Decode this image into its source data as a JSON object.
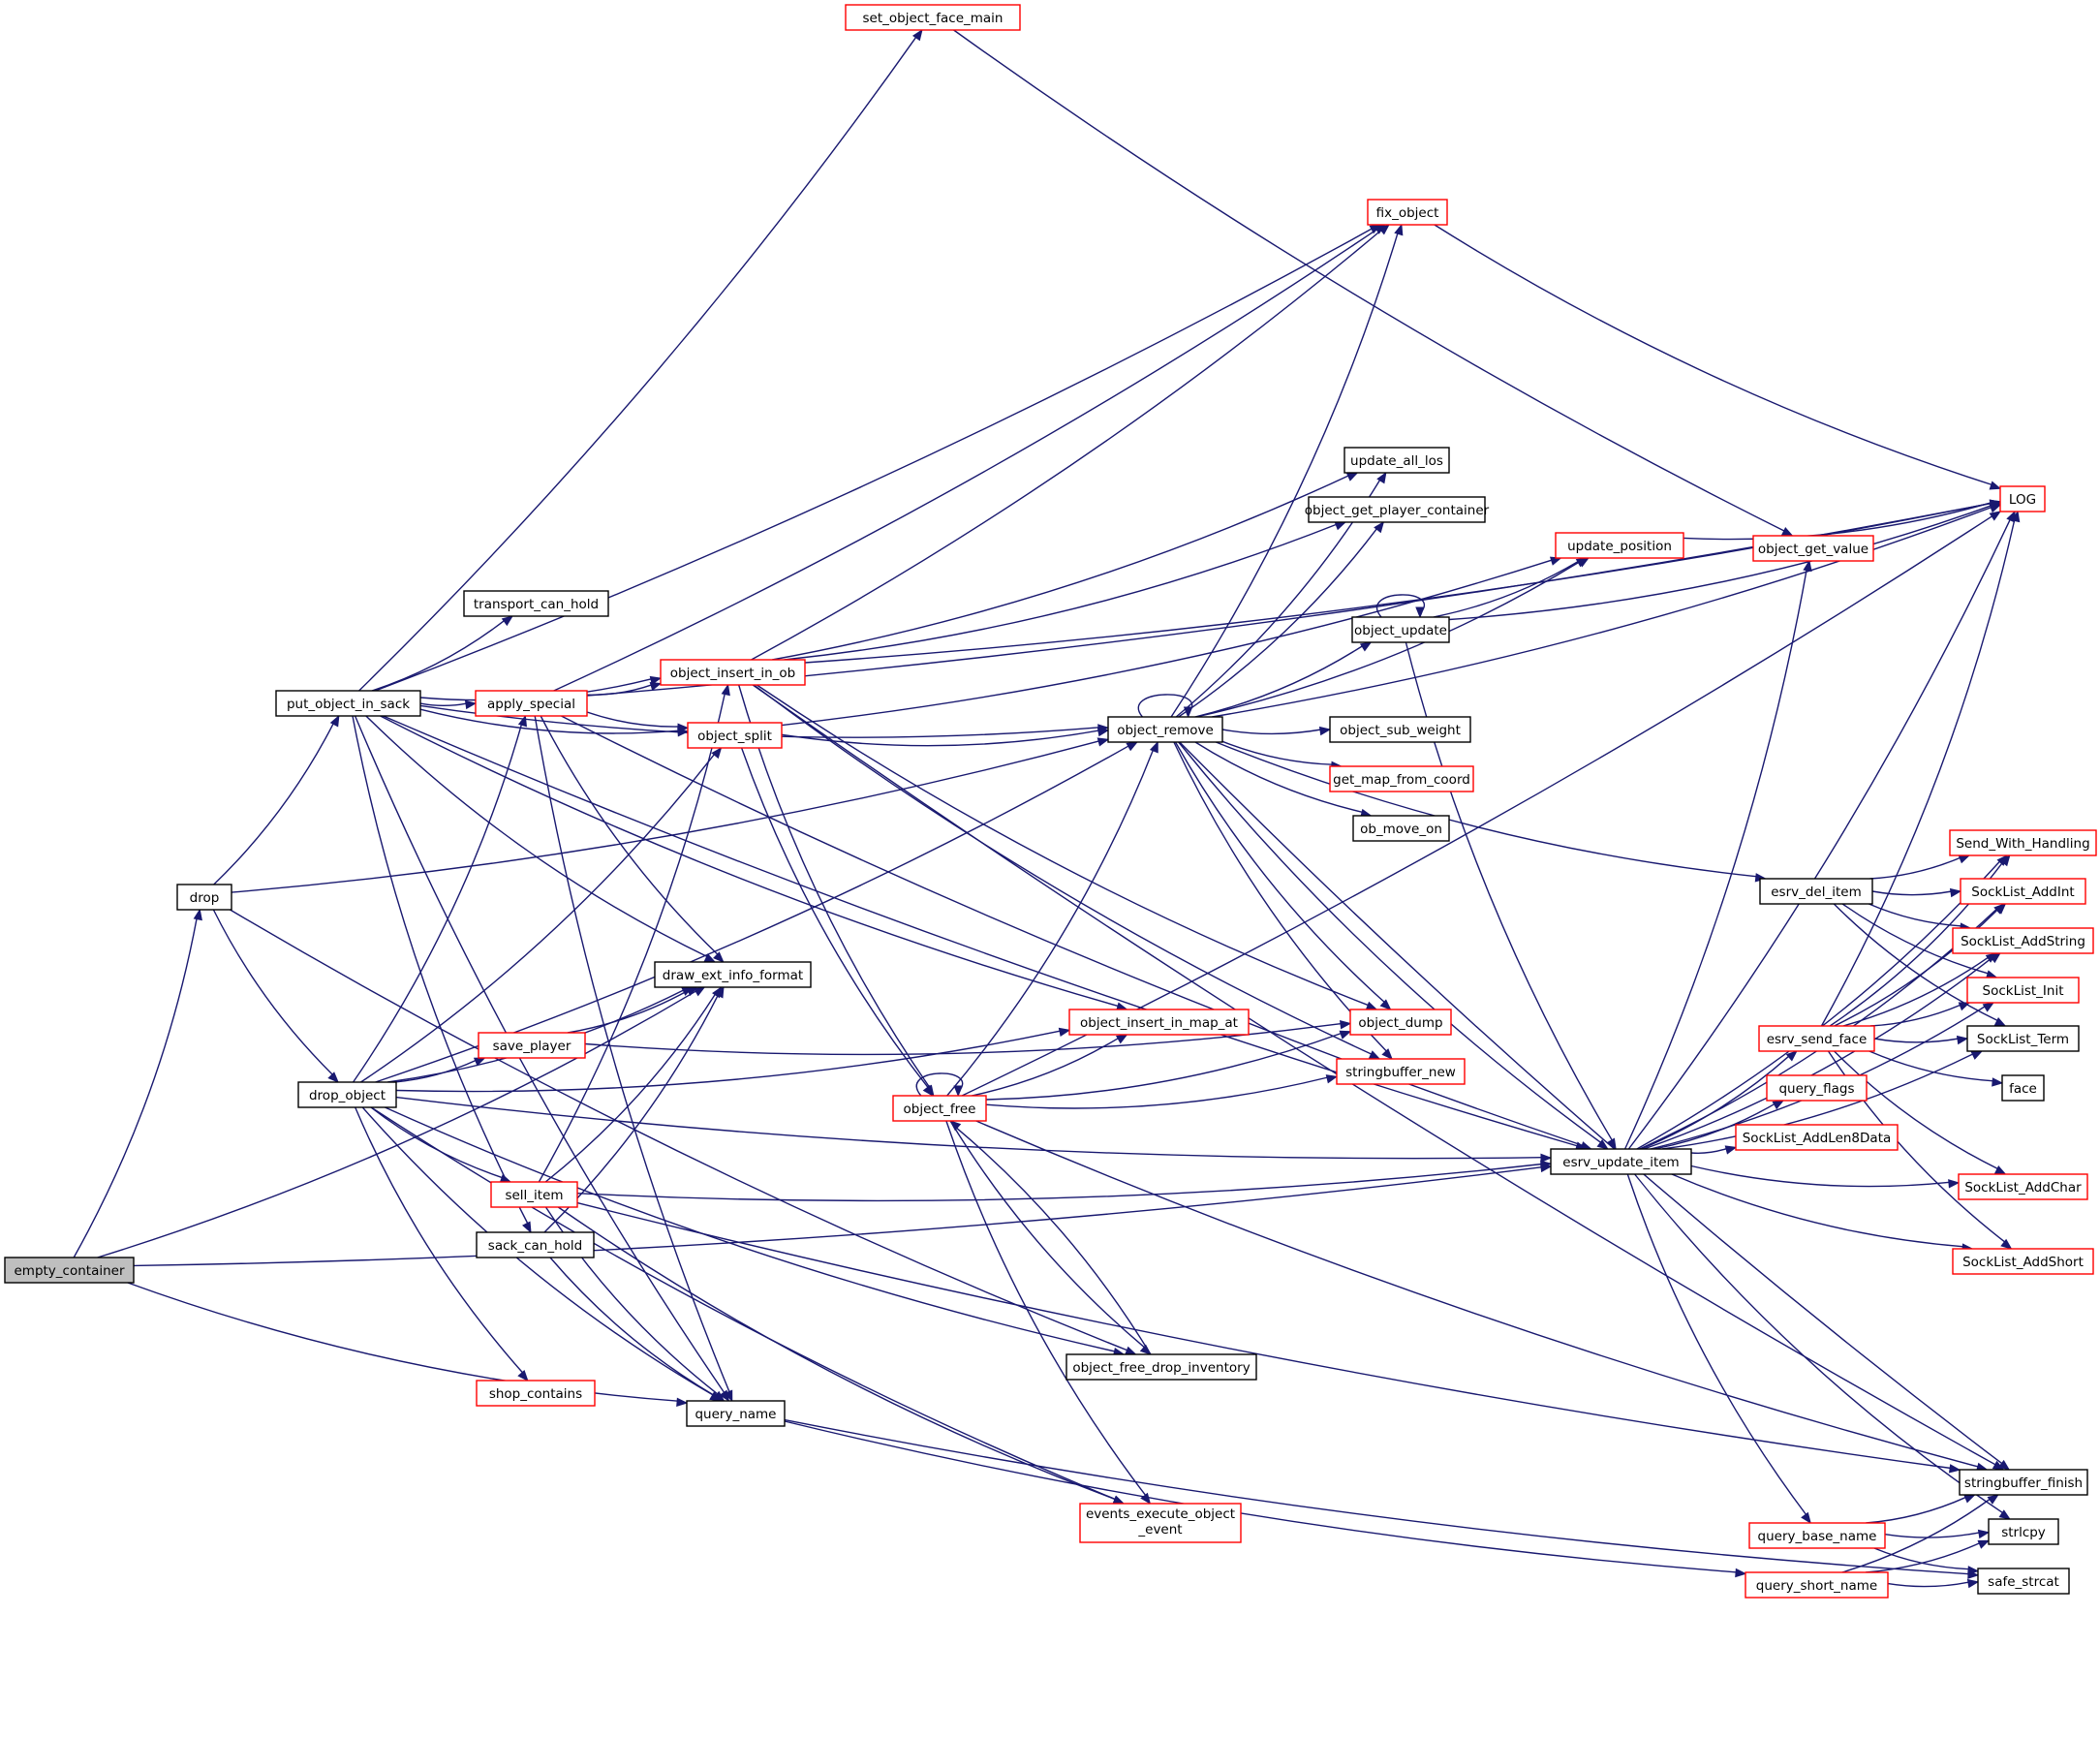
{
  "colors": {
    "edge": "#191970",
    "root_fill": "#bfbfbf",
    "node_fill": "#ffffff",
    "documented_border": "#000000",
    "undocumented_border": "#ff0000"
  },
  "nodes": [
    {
      "id": "empty_container",
      "label": "empty_container",
      "style": "root"
    },
    {
      "id": "drop",
      "label": "drop",
      "style": "black"
    },
    {
      "id": "put_object_in_sack",
      "label": "put_object_in_sack",
      "style": "black"
    },
    {
      "id": "drop_object",
      "label": "drop_object",
      "style": "black"
    },
    {
      "id": "set_object_face_main",
      "label": "set_object_face_main",
      "style": "red"
    },
    {
      "id": "transport_can_hold",
      "label": "transport_can_hold",
      "style": "black"
    },
    {
      "id": "apply_special",
      "label": "apply_special",
      "style": "red"
    },
    {
      "id": "object_insert_in_ob",
      "label": "object_insert_in_ob",
      "style": "red"
    },
    {
      "id": "object_split",
      "label": "object_split",
      "style": "red"
    },
    {
      "id": "draw_ext_info_format",
      "label": "draw_ext_info_format",
      "style": "black"
    },
    {
      "id": "save_player",
      "label": "save_player",
      "style": "red"
    },
    {
      "id": "sell_item",
      "label": "sell_item",
      "style": "red"
    },
    {
      "id": "sack_can_hold",
      "label": "sack_can_hold",
      "style": "black"
    },
    {
      "id": "shop_contains",
      "label": "shop_contains",
      "style": "red"
    },
    {
      "id": "query_name",
      "label": "query_name",
      "style": "black"
    },
    {
      "id": "fix_object",
      "label": "fix_object",
      "style": "red"
    },
    {
      "id": "object_remove",
      "label": "object_remove",
      "style": "black"
    },
    {
      "id": "object_insert_in_map_at",
      "label": "object_insert_in_map_at",
      "style": "red"
    },
    {
      "id": "object_free",
      "label": "object_free",
      "style": "red"
    },
    {
      "id": "object_free_drop_inventory",
      "label": "object_free_drop_inventory",
      "style": "black"
    },
    {
      "id": "events_execute_object_event",
      "label": "events_execute_object\n_event",
      "style": "red"
    },
    {
      "id": "update_all_los",
      "label": "update_all_los",
      "style": "black"
    },
    {
      "id": "object_get_player_container",
      "label": "object_get_player_container",
      "style": "black"
    },
    {
      "id": "object_update",
      "label": "object_update",
      "style": "black"
    },
    {
      "id": "object_sub_weight",
      "label": "object_sub_weight",
      "style": "black"
    },
    {
      "id": "get_map_from_coord",
      "label": "get_map_from_coord",
      "style": "red"
    },
    {
      "id": "ob_move_on",
      "label": "ob_move_on",
      "style": "black"
    },
    {
      "id": "object_dump",
      "label": "object_dump",
      "style": "red"
    },
    {
      "id": "stringbuffer_new",
      "label": "stringbuffer_new",
      "style": "red"
    },
    {
      "id": "update_position",
      "label": "update_position",
      "style": "red"
    },
    {
      "id": "object_get_value",
      "label": "object_get_value",
      "style": "red"
    },
    {
      "id": "LOG",
      "label": "LOG",
      "style": "red"
    },
    {
      "id": "esrv_del_item",
      "label": "esrv_del_item",
      "style": "black"
    },
    {
      "id": "esrv_update_item",
      "label": "esrv_update_item",
      "style": "black"
    },
    {
      "id": "esrv_send_face",
      "label": "esrv_send_face",
      "style": "red"
    },
    {
      "id": "query_flags",
      "label": "query_flags",
      "style": "red"
    },
    {
      "id": "SockList_AddLen8Data",
      "label": "SockList_AddLen8Data",
      "style": "red"
    },
    {
      "id": "query_base_name",
      "label": "query_base_name",
      "style": "red"
    },
    {
      "id": "query_short_name",
      "label": "query_short_name",
      "style": "red"
    },
    {
      "id": "Send_With_Handling",
      "label": "Send_With_Handling",
      "style": "red"
    },
    {
      "id": "SockList_AddInt",
      "label": "SockList_AddInt",
      "style": "red"
    },
    {
      "id": "SockList_AddString",
      "label": "SockList_AddString",
      "style": "red"
    },
    {
      "id": "SockList_Init",
      "label": "SockList_Init",
      "style": "red"
    },
    {
      "id": "SockList_Term",
      "label": "SockList_Term",
      "style": "black"
    },
    {
      "id": "face",
      "label": "face",
      "style": "black"
    },
    {
      "id": "SockList_AddChar",
      "label": "SockList_AddChar",
      "style": "red"
    },
    {
      "id": "SockList_AddShort",
      "label": "SockList_AddShort",
      "style": "red"
    },
    {
      "id": "stringbuffer_finish",
      "label": "stringbuffer_finish",
      "style": "black"
    },
    {
      "id": "strlcpy",
      "label": "strlcpy",
      "style": "black"
    },
    {
      "id": "safe_strcat",
      "label": "safe_strcat",
      "style": "black"
    }
  ],
  "edges": [
    [
      "empty_container",
      "drop"
    ],
    [
      "empty_container",
      "draw_ext_info_format"
    ],
    [
      "empty_container",
      "query_name"
    ],
    [
      "empty_container",
      "esrv_update_item"
    ],
    [
      "drop",
      "put_object_in_sack"
    ],
    [
      "drop",
      "drop_object"
    ],
    [
      "drop",
      "object_remove"
    ],
    [
      "drop",
      "object_free_drop_inventory"
    ],
    [
      "put_object_in_sack",
      "set_object_face_main"
    ],
    [
      "put_object_in_sack",
      "fix_object"
    ],
    [
      "put_object_in_sack",
      "transport_can_hold"
    ],
    [
      "put_object_in_sack",
      "apply_special"
    ],
    [
      "put_object_in_sack",
      "object_insert_in_ob"
    ],
    [
      "put_object_in_sack",
      "object_split"
    ],
    [
      "put_object_in_sack",
      "object_remove"
    ],
    [
      "put_object_in_sack",
      "draw_ext_info_format"
    ],
    [
      "put_object_in_sack",
      "object_insert_in_map_at"
    ],
    [
      "put_object_in_sack",
      "sack_can_hold"
    ],
    [
      "put_object_in_sack",
      "query_name"
    ],
    [
      "put_object_in_sack",
      "esrv_update_item"
    ],
    [
      "drop_object",
      "apply_special"
    ],
    [
      "drop_object",
      "object_split"
    ],
    [
      "drop_object",
      "object_remove"
    ],
    [
      "drop_object",
      "draw_ext_info_format"
    ],
    [
      "drop_object",
      "save_player"
    ],
    [
      "drop_object",
      "object_insert_in_map_at"
    ],
    [
      "drop_object",
      "sell_item"
    ],
    [
      "drop_object",
      "shop_contains"
    ],
    [
      "drop_object",
      "query_name"
    ],
    [
      "drop_object",
      "object_free_drop_inventory"
    ],
    [
      "drop_object",
      "events_execute_object_event"
    ],
    [
      "drop_object",
      "esrv_update_item"
    ],
    [
      "apply_special",
      "fix_object"
    ],
    [
      "apply_special",
      "object_insert_in_ob"
    ],
    [
      "apply_special",
      "object_split"
    ],
    [
      "apply_special",
      "draw_ext_info_format"
    ],
    [
      "apply_special",
      "query_name"
    ],
    [
      "apply_special",
      "LOG"
    ],
    [
      "apply_special",
      "esrv_update_item"
    ],
    [
      "object_insert_in_ob",
      "fix_object"
    ],
    [
      "object_insert_in_ob",
      "update_all_los"
    ],
    [
      "object_insert_in_ob",
      "object_get_player_container"
    ],
    [
      "object_insert_in_ob",
      "LOG"
    ],
    [
      "object_insert_in_ob",
      "object_free"
    ],
    [
      "object_insert_in_ob",
      "stringbuffer_new"
    ],
    [
      "object_insert_in_ob",
      "stringbuffer_finish"
    ],
    [
      "object_insert_in_ob",
      "object_dump"
    ],
    [
      "object_split",
      "object_remove"
    ],
    [
      "object_split",
      "object_free"
    ],
    [
      "object_split",
      "update_position"
    ],
    [
      "save_player",
      "draw_ext_info_format"
    ],
    [
      "save_player",
      "object_dump"
    ],
    [
      "sell_item",
      "draw_ext_info_format"
    ],
    [
      "sell_item",
      "object_insert_in_ob"
    ],
    [
      "sell_item",
      "query_name"
    ],
    [
      "sell_item",
      "esrv_update_item"
    ],
    [
      "sell_item",
      "events_execute_object_event"
    ],
    [
      "sell_item",
      "stringbuffer_finish"
    ],
    [
      "sack_can_hold",
      "draw_ext_info_format"
    ],
    [
      "sack_can_hold",
      "query_name"
    ],
    [
      "query_name",
      "query_short_name"
    ],
    [
      "query_name",
      "safe_strcat"
    ],
    [
      "fix_object",
      "LOG"
    ],
    [
      "set_object_face_main",
      "object_get_value"
    ],
    [
      "object_remove",
      "object_remove"
    ],
    [
      "object_remove",
      "fix_object"
    ],
    [
      "object_remove",
      "update_all_los"
    ],
    [
      "object_remove",
      "object_get_player_container"
    ],
    [
      "object_remove",
      "update_position"
    ],
    [
      "object_remove",
      "object_update"
    ],
    [
      "object_remove",
      "LOG"
    ],
    [
      "object_remove",
      "object_sub_weight"
    ],
    [
      "object_remove",
      "get_map_from_coord"
    ],
    [
      "object_remove",
      "ob_move_on"
    ],
    [
      "object_remove",
      "esrv_del_item"
    ],
    [
      "object_remove",
      "object_dump"
    ],
    [
      "object_remove",
      "stringbuffer_new"
    ],
    [
      "object_remove",
      "esrv_update_item"
    ],
    [
      "object_remove",
      "stringbuffer_finish"
    ],
    [
      "object_free",
      "object_free"
    ],
    [
      "object_free",
      "object_remove"
    ],
    [
      "object_free",
      "object_insert_in_map_at"
    ],
    [
      "object_free",
      "object_dump"
    ],
    [
      "object_free",
      "stringbuffer_new"
    ],
    [
      "object_free",
      "object_free_drop_inventory"
    ],
    [
      "object_free",
      "events_execute_object_event"
    ],
    [
      "object_free",
      "LOG"
    ],
    [
      "object_free",
      "stringbuffer_finish"
    ],
    [
      "object_free_drop_inventory",
      "object_free"
    ],
    [
      "object_update",
      "object_update"
    ],
    [
      "object_update",
      "update_position"
    ],
    [
      "object_update",
      "LOG"
    ],
    [
      "object_update",
      "esrv_update_item"
    ],
    [
      "update_position",
      "LOG"
    ],
    [
      "esrv_del_item",
      "Send_With_Handling"
    ],
    [
      "esrv_del_item",
      "SockList_AddInt"
    ],
    [
      "esrv_del_item",
      "SockList_AddString"
    ],
    [
      "esrv_del_item",
      "SockList_Init"
    ],
    [
      "esrv_del_item",
      "SockList_Term"
    ],
    [
      "esrv_update_item",
      "LOG"
    ],
    [
      "esrv_update_item",
      "object_get_value"
    ],
    [
      "esrv_update_item",
      "Send_With_Handling"
    ],
    [
      "esrv_update_item",
      "SockList_AddInt"
    ],
    [
      "esrv_update_item",
      "SockList_AddString"
    ],
    [
      "esrv_update_item",
      "SockList_Init"
    ],
    [
      "esrv_update_item",
      "esrv_send_face"
    ],
    [
      "esrv_update_item",
      "query_flags"
    ],
    [
      "esrv_update_item",
      "SockList_AddLen8Data"
    ],
    [
      "esrv_update_item",
      "SockList_AddChar"
    ],
    [
      "esrv_update_item",
      "SockList_AddShort"
    ],
    [
      "esrv_update_item",
      "query_base_name"
    ],
    [
      "esrv_update_item",
      "strlcpy"
    ],
    [
      "esrv_update_item",
      "SockList_Term"
    ],
    [
      "esrv_send_face",
      "LOG"
    ],
    [
      "esrv_send_face",
      "Send_With_Handling"
    ],
    [
      "esrv_send_face",
      "SockList_AddInt"
    ],
    [
      "esrv_send_face",
      "SockList_AddString"
    ],
    [
      "esrv_send_face",
      "SockList_Init"
    ],
    [
      "esrv_send_face",
      "SockList_Term"
    ],
    [
      "esrv_send_face",
      "face"
    ],
    [
      "esrv_send_face",
      "SockList_AddChar"
    ],
    [
      "esrv_send_face",
      "SockList_AddShort"
    ],
    [
      "query_base_name",
      "stringbuffer_finish"
    ],
    [
      "query_base_name",
      "strlcpy"
    ],
    [
      "query_base_name",
      "safe_strcat"
    ],
    [
      "query_short_name",
      "stringbuffer_finish"
    ],
    [
      "query_short_name",
      "strlcpy"
    ],
    [
      "query_short_name",
      "safe_strcat"
    ]
  ]
}
